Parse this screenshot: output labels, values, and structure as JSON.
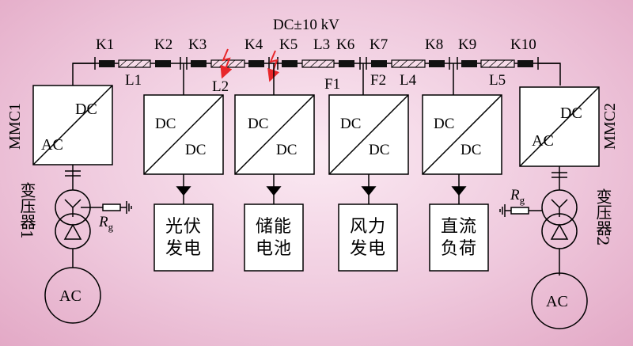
{
  "bus_label": "DC±10 kV",
  "breakers": [
    "K1",
    "K2",
    "K3",
    "K4",
    "K5",
    "K6",
    "K7",
    "K8",
    "K9",
    "K10"
  ],
  "lines": [
    "L1",
    "L2",
    "L3",
    "L4",
    "L5"
  ],
  "faults": [
    "F1",
    "F2"
  ],
  "converters": {
    "mmc1": {
      "name": "MMC1",
      "ac": "AC",
      "dc": "DC"
    },
    "mmc2": {
      "name": "MMC2",
      "ac": "AC",
      "dc": "DC"
    },
    "dcdc": {
      "top": "DC",
      "bottom": "DC"
    }
  },
  "transformers": {
    "t1": "变压器1",
    "t2": "变压器2",
    "grounding_resistor": "R",
    "grounding_resistor_sub": "g"
  },
  "ac_source": "AC",
  "loads": [
    {
      "line1": "光伏",
      "line2": "发电"
    },
    {
      "line1": "储能",
      "line2": "电池"
    },
    {
      "line1": "风力",
      "line2": "发电"
    },
    {
      "line1": "直流",
      "line2": "负荷"
    }
  ],
  "colors": {
    "fault_arrow": "#e8262a",
    "background": "#efc9dd"
  }
}
